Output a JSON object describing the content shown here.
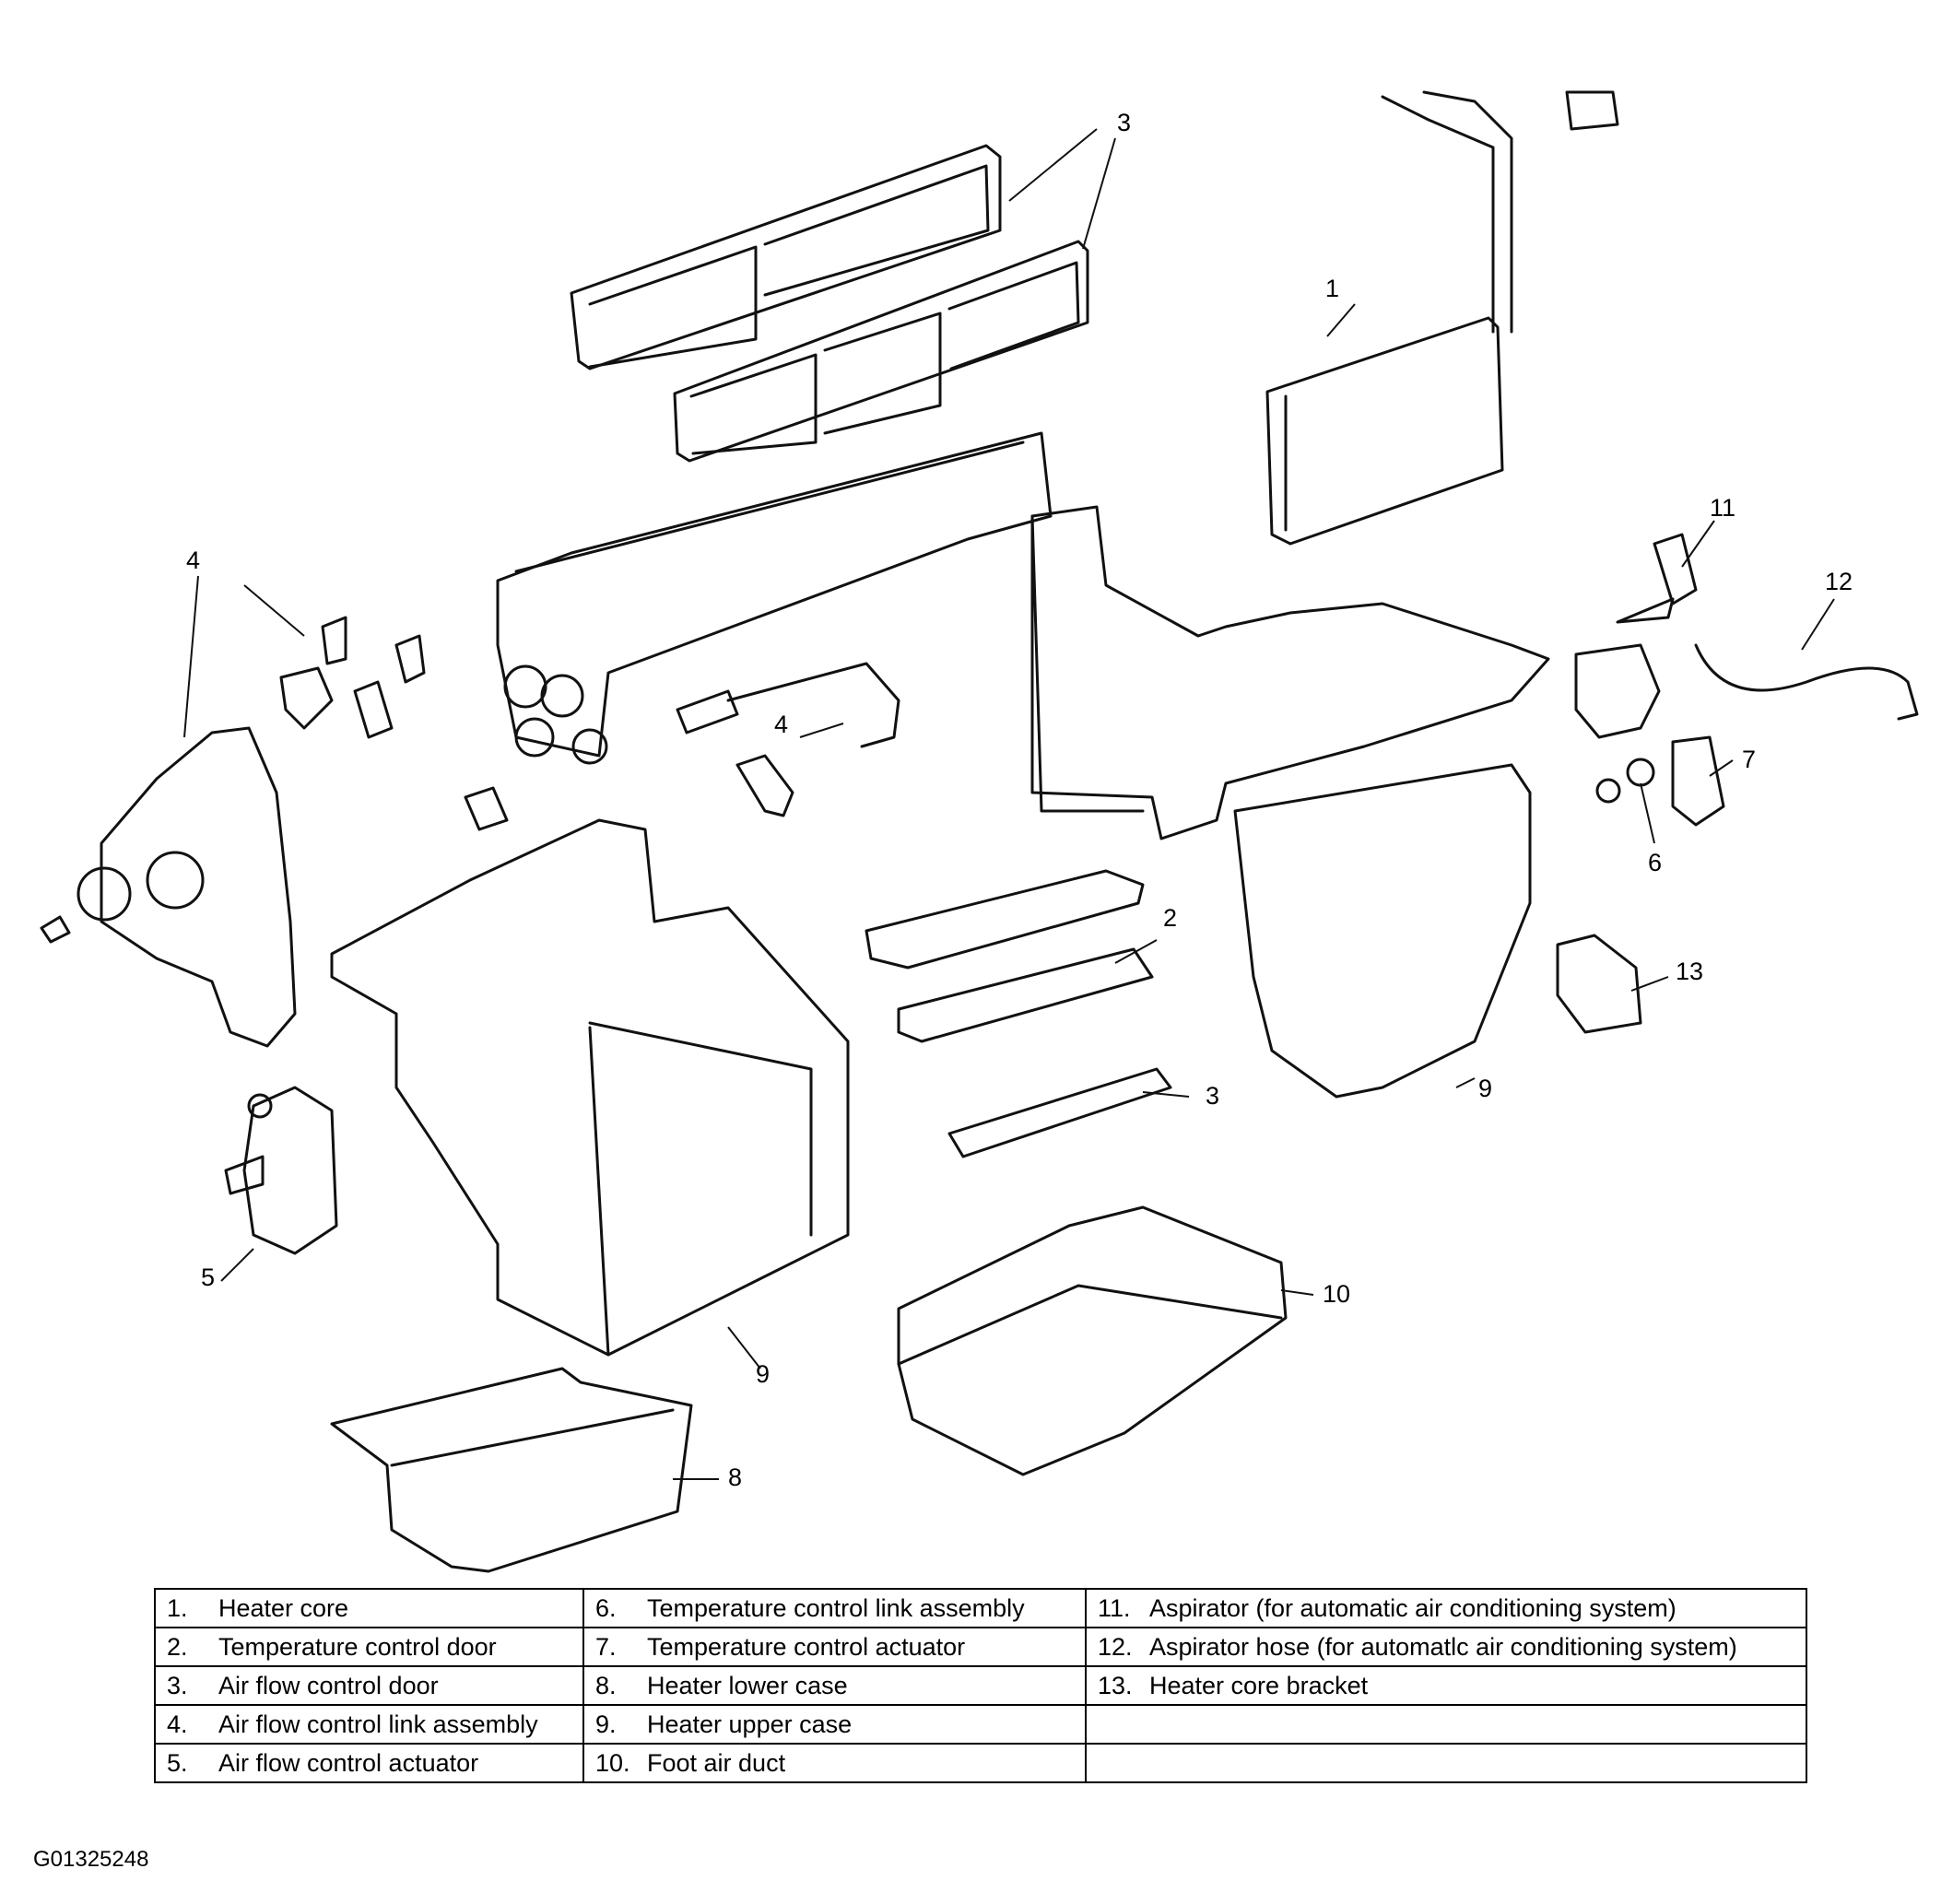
{
  "figure_id": "G01325248",
  "callouts": {
    "c1": "1",
    "c2": "2",
    "c3a": "3",
    "c3b": "3",
    "c4a": "4",
    "c4b": "4",
    "c5": "5",
    "c6": "6",
    "c7": "7",
    "c8": "8",
    "c9a": "9",
    "c9b": "9",
    "c10": "10",
    "c11": "11",
    "c12": "12",
    "c13": "13"
  },
  "legend": {
    "rows": [
      [
        {
          "num": "1.",
          "label": "Heater core"
        },
        {
          "num": "6.",
          "label": "Temperature control link assembly"
        },
        {
          "num": "11.",
          "label": "Aspirator (for automatic air conditioning system)"
        }
      ],
      [
        {
          "num": "2.",
          "label": "Temperature control door"
        },
        {
          "num": "7.",
          "label": "Temperature control actuator"
        },
        {
          "num": "12.",
          "label": "Aspirator hose (for automatlc air conditioning system)"
        }
      ],
      [
        {
          "num": "3.",
          "label": "Air flow control door"
        },
        {
          "num": "8.",
          "label": "Heater lower case"
        },
        {
          "num": "13.",
          "label": "Heater core bracket"
        }
      ],
      [
        {
          "num": "4.",
          "label": "Air flow control link assembly"
        },
        {
          "num": "9.",
          "label": "Heater upper case"
        },
        {
          "num": "",
          "label": ""
        }
      ],
      [
        {
          "num": "5.",
          "label": "Air flow control actuator"
        },
        {
          "num": "10.",
          "label": "Foot air duct"
        },
        {
          "num": "",
          "label": ""
        }
      ]
    ]
  }
}
